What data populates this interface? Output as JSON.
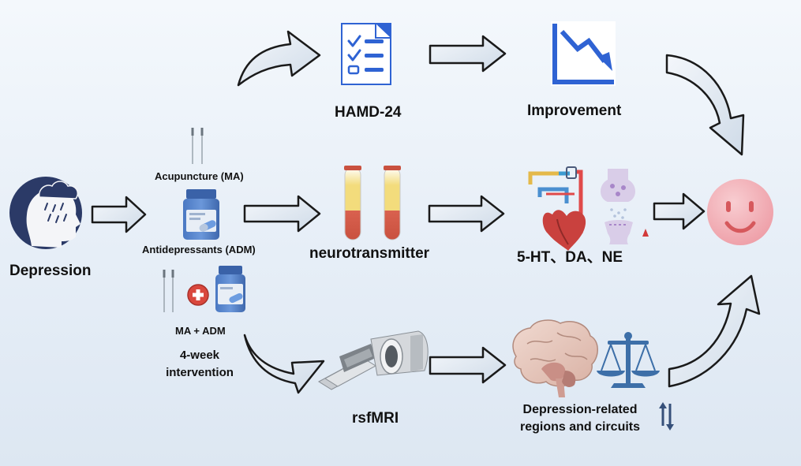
{
  "labels": {
    "depression": "Depression",
    "acupuncture": "Acupuncture (MA)",
    "antidepressants": "Antidepressants (ADM)",
    "combo": "MA + ADM",
    "intervention_line1": "4-week",
    "intervention_line2": "intervention",
    "hamd": "HAMD-24",
    "improvement": "Improvement",
    "neurotransmitter": "neurotransmitter",
    "monoamines": "5-HT、DA、NE",
    "rsfmri": "rsfMRI",
    "regions_line1": "Depression-related",
    "regions_line2": "regions and circuits"
  },
  "icons": [
    "depression-head-icon",
    "acupuncture-needles-icon",
    "pill-bottle-icon",
    "plus-icon",
    "questionnaire-icon",
    "declining-chart-icon",
    "test-tube-icon",
    "heart-circulation-icon",
    "synapse-icon",
    "up-arrow-icon",
    "mri-scanner-icon",
    "brain-icon",
    "balance-scale-icon",
    "up-down-arrows-icon",
    "smiley-face-icon"
  ],
  "colors": {
    "arrow_fill": "#eef3f8",
    "arrow_stroke": "#1a1a1a",
    "tube_yellow": "#f3dc7c",
    "tube_red": "#d9614f",
    "chart_blue": "#2f63d3",
    "smiley_pink": "#f3b6bc",
    "scale_blue": "#3d6fa8",
    "head_navy": "#2b3a67"
  }
}
